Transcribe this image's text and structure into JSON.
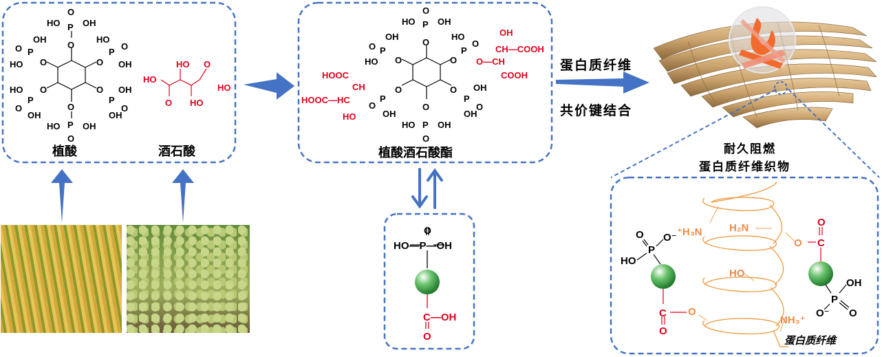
{
  "colors": {
    "dash_border": "#4472c4",
    "arrow": "#4472c4",
    "black_chem": "#000000",
    "red_chem": "#e0001b",
    "orange_chem": "#ee8a45",
    "helix": "#f0a04b",
    "sphere": "#2e9b3e",
    "fabric": "#c9a16b",
    "flame": "#f26a2e"
  },
  "box1": {
    "phytic_acid_label": "植酸",
    "tartaric_acid_label": "酒石酸",
    "phytic_groups": [
      "O",
      "HO",
      "OH",
      "P",
      "O",
      "OH",
      "HO",
      "O",
      "P",
      "O",
      "HO",
      "O",
      "OH"
    ],
    "labels": {
      "O": "O",
      "P": "P",
      "OH": "OH",
      "HO": "HO"
    }
  },
  "box2": {
    "ester_label": "植酸酒石酸酯",
    "red_groups": {
      "hooc": "HOOC",
      "ch": "CH",
      "hooc_hc": "HOOC—HC",
      "ho": "HO",
      "oh": "OH",
      "ch_cooh": "CH—COOH",
      "o_ch": "O—CH",
      "cooh": "COOH"
    }
  },
  "box3": {
    "labels": {
      "o": "O",
      "ho_p_oh": "HO—P—OH",
      "c_oh": "C—OH",
      "o2": "O"
    }
  },
  "arrow_top": {
    "line1": "蛋白质纤维",
    "line2": "共价键结合"
  },
  "fabric_caption": {
    "line1": "耐久阻燃",
    "line2": "蛋白质纤维织物"
  },
  "detail_box": {
    "h3n": "⁺H₃N",
    "h2n": "H₂N",
    "ho": "HO",
    "nh3": "NH₃⁺",
    "helix_label": "蛋白质纤维",
    "o_minus": "O⁻",
    "oh": "OH",
    "ho_left": "HO",
    "p": "P",
    "o": "O",
    "c": "C"
  },
  "photos": [
    {
      "name": "rice-photo",
      "subject": "rice"
    },
    {
      "name": "grape-photo",
      "subject": "grapes"
    }
  ]
}
